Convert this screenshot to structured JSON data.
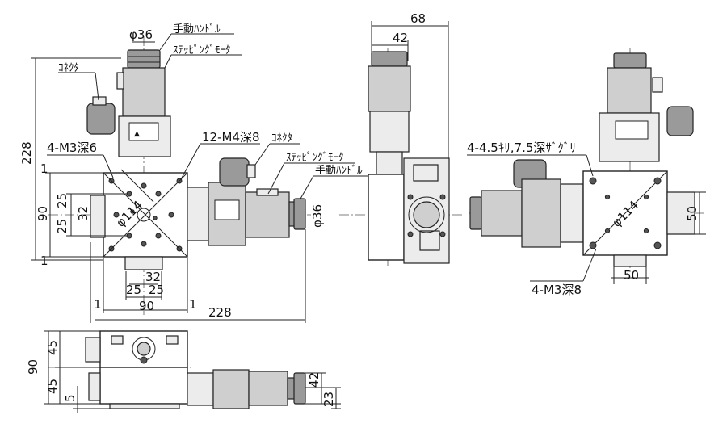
{
  "drawing": {
    "labels": {
      "phi36_top": "φ36",
      "manual_handle_top": "手動ﾊﾝﾄﾞﾙ",
      "stepping_motor_top": "ｽﾃｯﾋﾟﾝｸﾞﾓｰﾀ",
      "connector_left": "ｺﾈｸﾀ",
      "m3_depth6": "4-M3深6",
      "m4_depth8": "12-M4深8",
      "connector_mid": "ｺﾈｸﾀ",
      "stepping_motor_mid": "ｽﾃｯﾋﾟﾝｸﾞﾓｰﾀ",
      "manual_handle_mid": "手動ﾊﾝﾄﾞﾙ",
      "phi36_side": "φ36",
      "phi114_left": "φ114",
      "counterbore": "4-4.5ｷﾘ,7.5深ｻﾞｸﾞﾘ",
      "phi114_right": "φ114",
      "m3_depth8": "4-M3深8"
    },
    "dims": {
      "d228_v": "228",
      "d1_top": "1",
      "d90_v": "90",
      "d25_a": "25",
      "d32_v": "32",
      "d25_b": "25",
      "d1_bot": "1",
      "d32_h": "32",
      "d25_h1": "25",
      "d25_h2": "25",
      "d1_left": "1",
      "d90_h": "90",
      "d1_right": "1",
      "d228_h": "228",
      "d68": "68",
      "d42_top": "42",
      "d50_v": "50",
      "d50_h": "50",
      "d45_top": "45",
      "d90_bottom": "90",
      "d45_bot": "45",
      "d5": "5",
      "d42_side": "42",
      "d23": "23"
    }
  }
}
